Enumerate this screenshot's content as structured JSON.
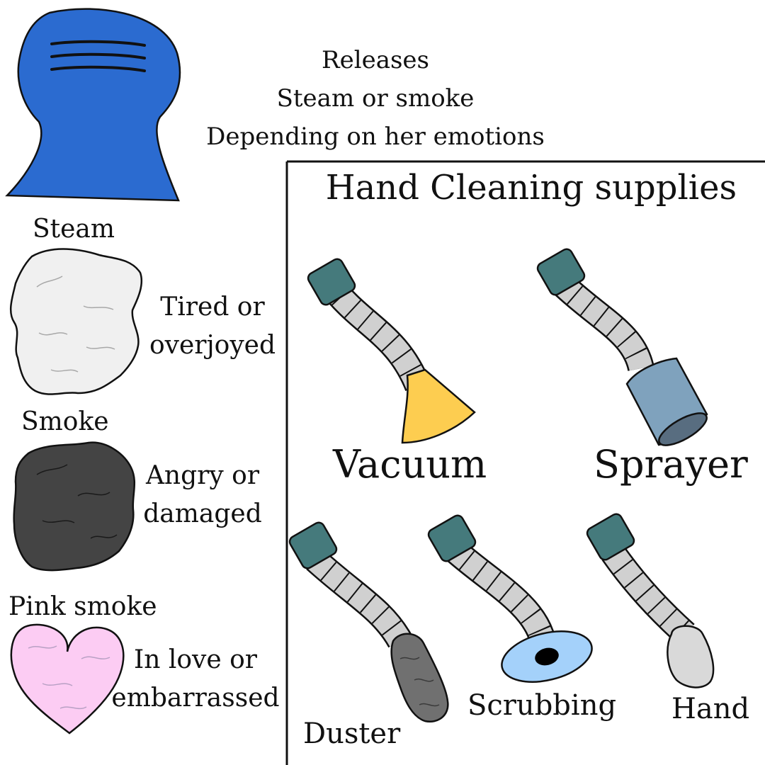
{
  "header": {
    "lines": [
      "Releases",
      "Steam or smoke",
      "Depending on her emotions"
    ]
  },
  "emotions": [
    {
      "name": "Steam",
      "line1": "Tired or",
      "line2": "overjoyed",
      "color": "#f0f0f0"
    },
    {
      "name": "Smoke",
      "line1": "Angry or",
      "line2": "damaged",
      "color": "#444444"
    },
    {
      "name": "Pink smoke",
      "line1": "In love or",
      "line2": "embarrassed",
      "color": "#fcccf3"
    }
  ],
  "supplies": {
    "title": "Hand Cleaning supplies",
    "tools": [
      {
        "label": "Vacuum",
        "color": "#fdcd50"
      },
      {
        "label": "Sprayer",
        "color": "#7fa2bd"
      },
      {
        "label": "Duster",
        "color": "#707070"
      },
      {
        "label": "Scrubbing",
        "color": "#a4d1fa"
      },
      {
        "label": "Hand",
        "color": "#d9d9d9"
      }
    ]
  },
  "colors": {
    "head": "#2b6bd0",
    "cap": "#457a7c",
    "hose": "#d0d0d0",
    "outline": "#111111"
  }
}
